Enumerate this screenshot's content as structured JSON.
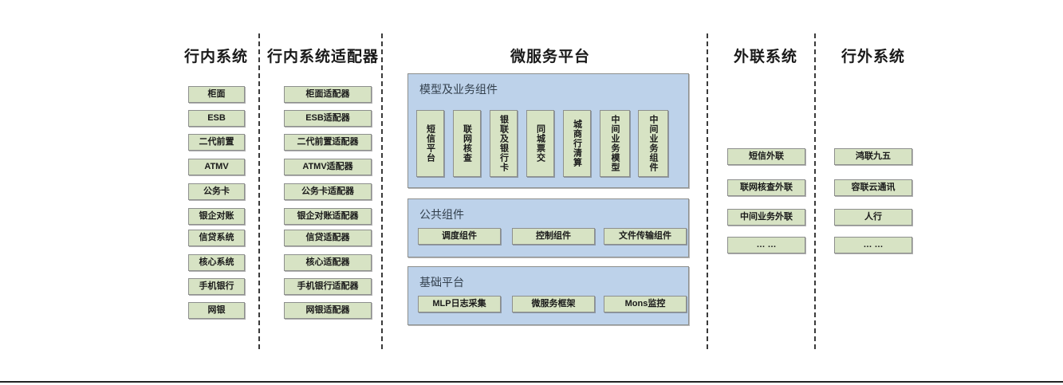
{
  "diagram": {
    "columns": [
      {
        "id": "intra-bank-systems",
        "title": "行内系统",
        "items": [
          {
            "label": "柜面"
          },
          {
            "label": "ESB"
          },
          {
            "label": "二代前置"
          },
          {
            "label": "ATMV"
          },
          {
            "label": "公务卡"
          },
          {
            "label": "银企对账"
          },
          {
            "label": "信贷系统"
          },
          {
            "label": "核心系统"
          },
          {
            "label": "手机银行"
          },
          {
            "label": "网银"
          }
        ]
      },
      {
        "id": "intra-bank-adapters",
        "title": "行内系统适配器",
        "items": [
          {
            "label": "柜面适配器"
          },
          {
            "label": "ESB适配器"
          },
          {
            "label": "二代前置适配器"
          },
          {
            "label": "ATMV适配器"
          },
          {
            "label": "公务卡适配器"
          },
          {
            "label": "银企对账适配器"
          },
          {
            "label": "信贷适配器"
          },
          {
            "label": "核心适配器"
          },
          {
            "label": "手机银行适配器"
          },
          {
            "label": "网银适配器"
          }
        ]
      },
      {
        "id": "microservice-platform",
        "title": "微服务平台",
        "panels": [
          {
            "id": "model-business-components",
            "title": "模型及业务组件",
            "orientation": "vertical",
            "items": [
              {
                "label": "短信平台"
              },
              {
                "label": "联网核查"
              },
              {
                "label": "银联及银行卡"
              },
              {
                "label": "同城票交"
              },
              {
                "label": "城商行清算"
              },
              {
                "label": "中间业务模型"
              },
              {
                "label": "中间业务组件"
              }
            ]
          },
          {
            "id": "public-components",
            "title": "公共组件",
            "orientation": "horizontal",
            "items": [
              {
                "label": "调度组件"
              },
              {
                "label": "控制组件"
              },
              {
                "label": "文件传输组件"
              }
            ]
          },
          {
            "id": "base-platform",
            "title": "基础平台",
            "orientation": "horizontal",
            "items": [
              {
                "label": "MLP日志采集"
              },
              {
                "label": "微服务框架"
              },
              {
                "label": "Mons监控"
              }
            ]
          }
        ]
      },
      {
        "id": "external-liaison-systems",
        "title": "外联系统",
        "items": [
          {
            "label": "短信外联"
          },
          {
            "label": "联网核查外联"
          },
          {
            "label": "中间业务外联"
          },
          {
            "label": "… …"
          }
        ]
      },
      {
        "id": "off-bank-systems",
        "title": "行外系统",
        "items": [
          {
            "label": "鸿联九五"
          },
          {
            "label": "容联云通讯"
          },
          {
            "label": "人行"
          },
          {
            "label": "… …"
          }
        ]
      }
    ],
    "colors": {
      "node_fill": "#d7e3c4",
      "node_border": "#8d8f8d",
      "panel_fill": "#bdd2ea",
      "panel_border": "#8d8f8d",
      "divider": "#3a3a3a",
      "text": "#1a1a1a",
      "panel_title_text": "#33404d",
      "background": "#ffffff"
    }
  }
}
